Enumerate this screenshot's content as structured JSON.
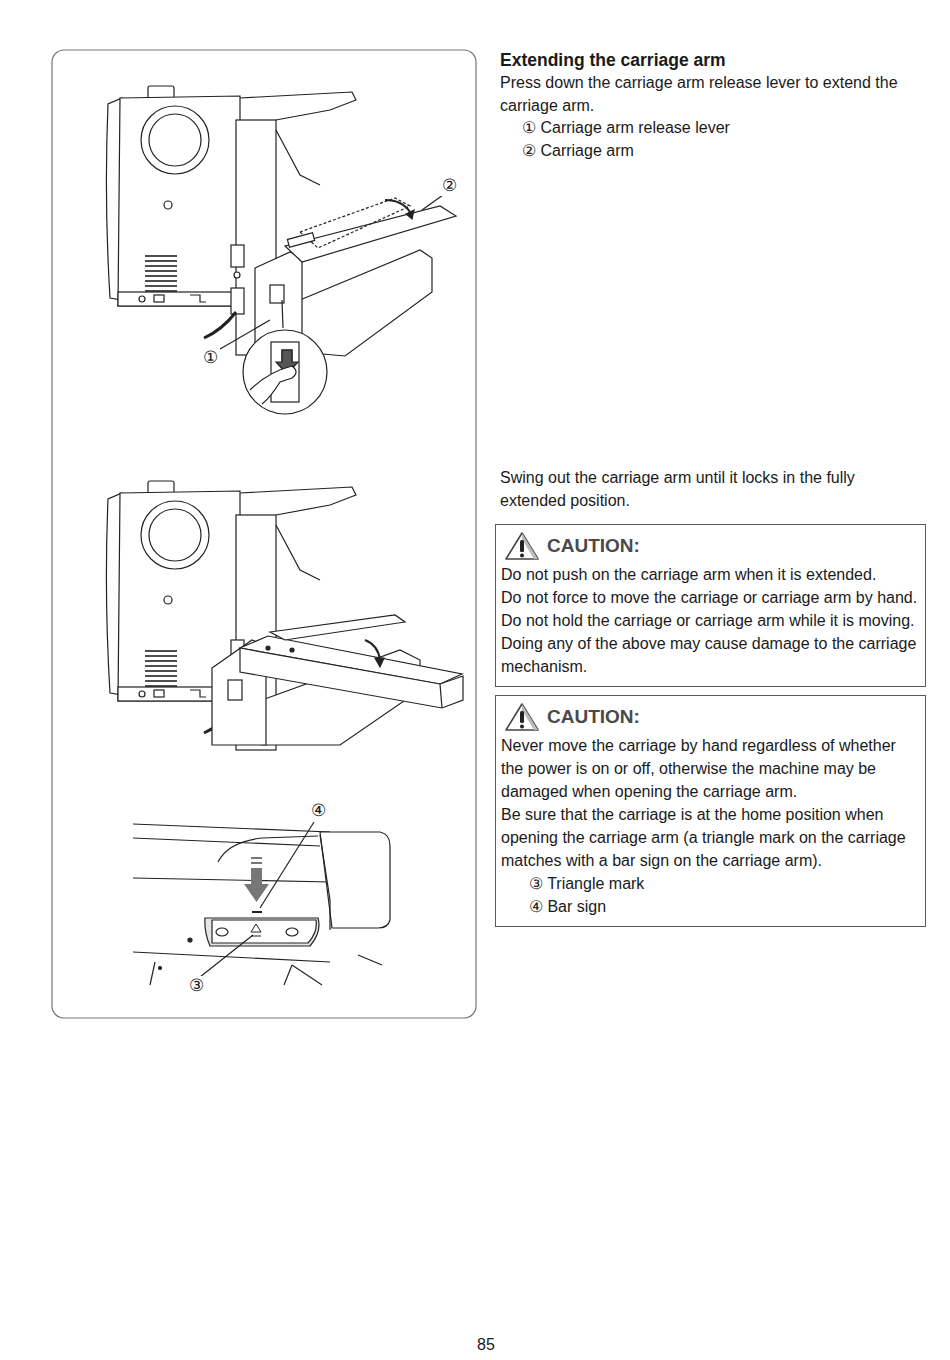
{
  "diagram": {
    "title": "Extending the carriage arm",
    "nodes": [
      {
        "text": [
          "CAUTION:",
          "Do not push on the carriage arm when it is extended.",
          "Do not force to move the carriage or carriage arm by hand.",
          "Do not hold the carriage or carriage arm while it is moving.",
          "Doing any of the above may cause damage to the carriage mechanism."
        ]
      },
      {
        "text": [
          "CAUTION:",
          "Never move the carriage by hand regardless of whether the power is on or off, otherwise the machine may be damaged when opening the carriage arm.",
          "Be sure that the carriage is at the home position when opening the carriage arm (a triangle mark on the carriage matches with a bar sign on the carriage arm).",
          "③ Triangle mark",
          "④ Bar sign"
        ]
      }
    ],
    "labels": [
      "Press down the carriage arm release lever to extend the carriage arm.",
      "① Carriage arm release lever",
      "② Carriage arm",
      "Swing out the carriage arm until it locks in the fully extended position.",
      "②",
      "①",
      "④",
      "③",
      "85"
    ]
  }
}
